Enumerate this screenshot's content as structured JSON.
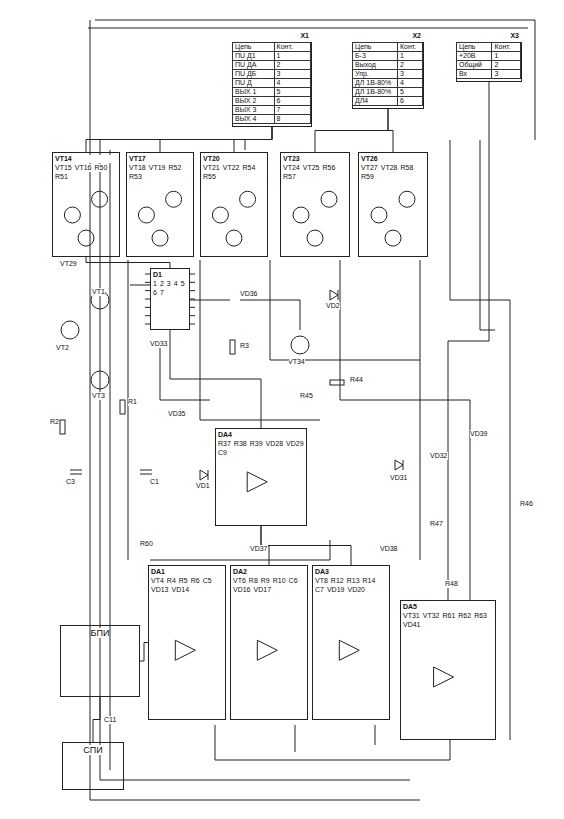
{
  "diagram": {
    "nodes": [
      {
        "text": [
          "X1",
          "Цепь",
          "Конт.",
          "ПU Д1",
          "1",
          "ПU ДА",
          "2",
          "ПU ДБ",
          "3",
          "ПU Д",
          "4",
          "ВЫХ 1",
          "5",
          "ВЫХ 2",
          "6",
          "ВЫХ 3",
          "7",
          "ВЫХ 4",
          "8"
        ]
      },
      {
        "text": [
          "X2",
          "Цепь",
          "Конт.",
          "Б-3",
          "1",
          "Выход",
          "2",
          "Упр.",
          "3",
          "ДЛ 1В-80%",
          "4",
          "ДЛ 1В-80%",
          "5",
          "ДЛ4",
          "6"
        ]
      },
      {
        "text": [
          "X3",
          "Цепь",
          "Конт.",
          "+20В",
          "1",
          "Общий",
          "2",
          "Вх",
          "3"
        ]
      },
      {
        "text": [
          "VT14",
          "VT15",
          "VT16",
          "R50",
          "R51"
        ]
      },
      {
        "text": [
          "VT17",
          "VT18",
          "VT19",
          "R52",
          "R53"
        ]
      },
      {
        "text": [
          "VT20",
          "VT21",
          "VT22",
          "R54",
          "R55"
        ]
      },
      {
        "text": [
          "VT23",
          "VT24",
          "VT25",
          "R56",
          "R57"
        ]
      },
      {
        "text": [
          "VT26",
          "VT27",
          "VT28",
          "R58",
          "R59"
        ]
      },
      {
        "text": [
          "D1",
          "1",
          "2",
          "3",
          "4",
          "5",
          "6",
          "7"
        ]
      },
      {
        "text": [
          "DA4",
          "R37",
          "R38",
          "R39",
          "VD28",
          "VD29",
          "C9"
        ]
      },
      {
        "text": [
          "DA1",
          "VT4",
          "R4",
          "R5",
          "R6",
          "C5",
          "VD13",
          "VD14"
        ]
      },
      {
        "text": [
          "DA2",
          "VT6",
          "R8",
          "R9",
          "R10",
          "C6",
          "VD16",
          "VD17"
        ]
      },
      {
        "text": [
          "DA3",
          "VT8",
          "R12",
          "R13",
          "R14",
          "C7",
          "VD19",
          "VD20"
        ]
      },
      {
        "text": [
          "DA5",
          "VT31",
          "VT32",
          "R61",
          "R62",
          "R63",
          "VD41"
        ]
      },
      {
        "text": [
          "БПИ"
        ]
      },
      {
        "text": [
          "СПИ"
        ]
      }
    ],
    "edges": [
      {
        "from": 3,
        "to": 0,
        "arrow": "none"
      },
      {
        "from": 4,
        "to": 0,
        "arrow": "none"
      },
      {
        "from": 5,
        "to": 0,
        "arrow": "none"
      },
      {
        "from": 6,
        "to": 1,
        "arrow": "none"
      },
      {
        "from": 7,
        "to": 1,
        "arrow": "none"
      },
      {
        "from": 8,
        "to": 3,
        "arrow": "none"
      },
      {
        "from": 9,
        "to": 8,
        "arrow": "none"
      },
      {
        "from": 11,
        "to": 9,
        "arrow": "none"
      },
      {
        "from": 12,
        "to": 9,
        "arrow": "none"
      },
      {
        "from": 13,
        "to": 2,
        "arrow": "none"
      },
      {
        "from": 10,
        "to": 14,
        "arrow": "none"
      },
      {
        "from": 14,
        "to": 15,
        "arrow": "none",
        "label": "C11"
      }
    ],
    "labels": [
      "VT1",
      "VT2",
      "VT3",
      "R1",
      "R2",
      "R3",
      "C1",
      "VD1",
      "VD2",
      "VD31",
      "VD32",
      "VT34",
      "R44",
      "R45",
      "C3",
      "VD33",
      "VD35",
      "VD36",
      "VD37",
      "VD38",
      "VD39",
      "R46",
      "R47",
      "R48",
      "VT29",
      "R60"
    ]
  }
}
